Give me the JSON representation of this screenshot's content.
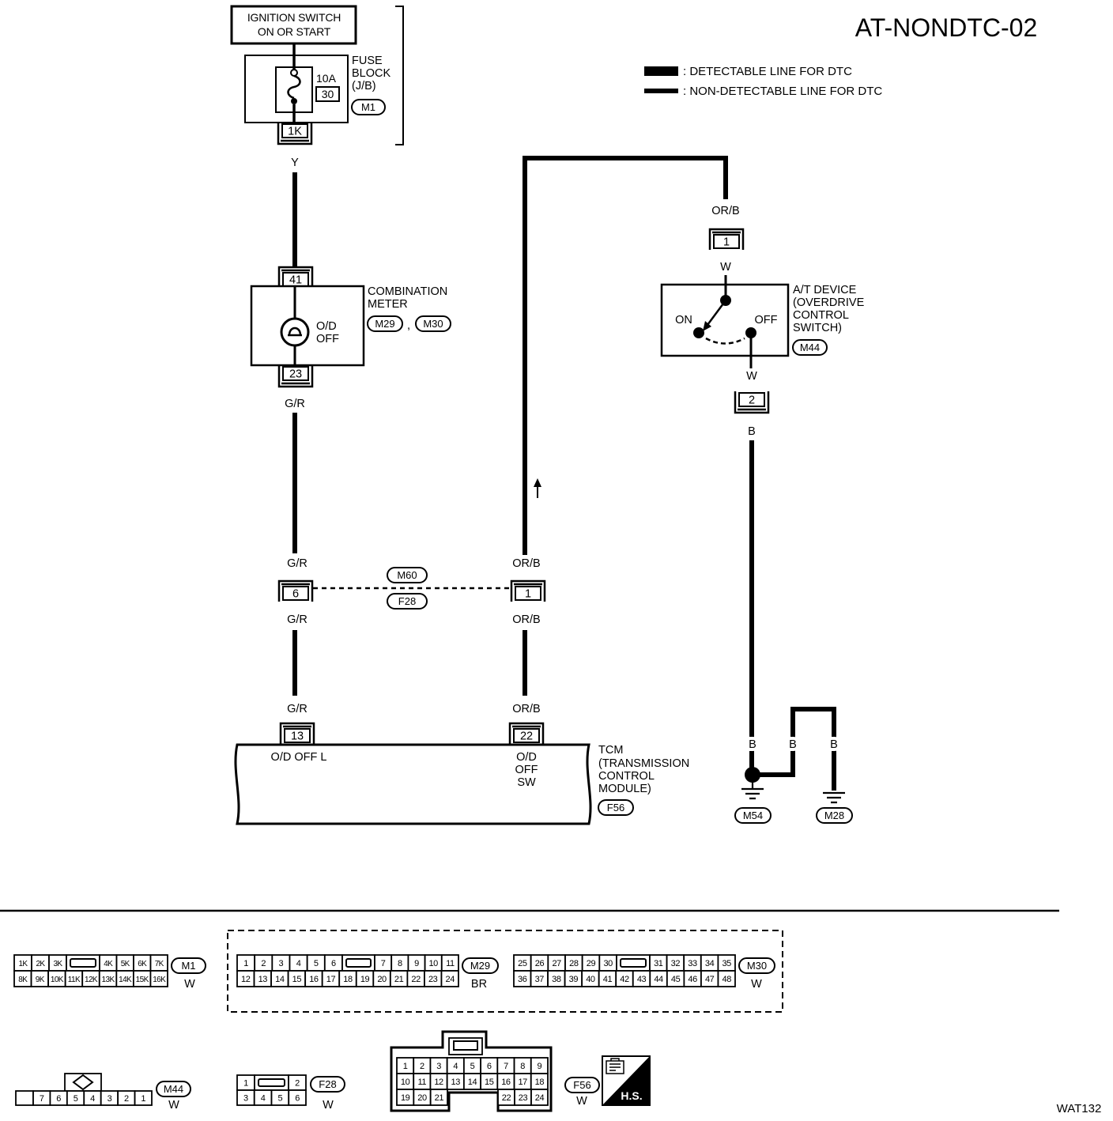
{
  "title": "AT-NONDTC-02",
  "figure_code": "WAT132",
  "colors": {
    "ink": "#000000",
    "paper": "#ffffff"
  },
  "legend": {
    "detectable": ": DETECTABLE LINE FOR DTC",
    "non_detectable": ": NON-DETECTABLE LINE FOR DTC"
  },
  "ignition_switch": {
    "line1": "IGNITION SWITCH",
    "line2": "ON OR START"
  },
  "fuse_block": {
    "label": [
      "FUSE",
      "BLOCK",
      "(J/B)"
    ],
    "rating": "10A",
    "fuse_number": "30",
    "connector": "M1",
    "output_terminal": "1K"
  },
  "combination_meter": {
    "label": [
      "COMBINATION",
      "METER"
    ],
    "connectors": [
      "M29",
      "M30"
    ],
    "separator": ",",
    "lamp": [
      "O/D",
      "OFF"
    ],
    "input_terminal": "41",
    "output_terminal": "23"
  },
  "joint_connector": {
    "connectors": [
      "M60",
      "F28"
    ],
    "terminal_gr": "6",
    "terminal_orb": "1"
  },
  "at_device": {
    "label": [
      "A/T DEVICE",
      "(OVERDRIVE",
      "CONTROL",
      "SWITCH)"
    ],
    "connector": "M44",
    "on_label": "ON",
    "off_label": "OFF",
    "input_terminal": "1",
    "output_terminal": "2"
  },
  "tcm": {
    "label": [
      "TCM",
      "(TRANSMISSION",
      "CONTROL",
      "MODULE)"
    ],
    "connector": "F56",
    "terminal_13": "13",
    "terminal_22": "22",
    "terminal_13_name": "O/D OFF L",
    "terminal_22_name": [
      "O/D",
      "OFF",
      "SW"
    ]
  },
  "wires": {
    "y": "Y",
    "gr_meter": "G/R",
    "gr_joint_in": "G/R",
    "gr_joint_out": "G/R",
    "gr_tcm": "G/R",
    "orb_joint_in": "OR/B",
    "orb_joint_out": "OR/B",
    "orb_tcm": "OR/B",
    "orb_switch": "OR/B",
    "w_switch_in": "W",
    "w_switch_out": "W",
    "b_switch": "B",
    "b_m54": "B",
    "b_splice": "B",
    "b_m28": "B"
  },
  "grounds": {
    "m54": "M54",
    "m28": "M28"
  },
  "connector_faces": {
    "M1": {
      "id": "M1",
      "color": "W",
      "top": [
        "1K",
        "2K",
        "3K",
        "4K",
        "5K",
        "6K",
        "7K"
      ],
      "bottom": [
        "8K",
        "9K",
        "10K",
        "11K",
        "12K",
        "13K",
        "14K",
        "15K",
        "16K"
      ]
    },
    "M29": {
      "id": "M29",
      "color": "BR",
      "top": [
        "1",
        "2",
        "3",
        "4",
        "5",
        "6",
        "7",
        "8",
        "9",
        "10",
        "11"
      ],
      "bottom": [
        "12",
        "13",
        "14",
        "15",
        "16",
        "17",
        "18",
        "19",
        "20",
        "21",
        "22",
        "23",
        "24"
      ]
    },
    "M30": {
      "id": "M30",
      "color": "W",
      "top": [
        "25",
        "26",
        "27",
        "28",
        "29",
        "30",
        "31",
        "32",
        "33",
        "34",
        "35"
      ],
      "bottom": [
        "36",
        "37",
        "38",
        "39",
        "40",
        "41",
        "42",
        "43",
        "44",
        "45",
        "46",
        "47",
        "48"
      ]
    },
    "M44": {
      "id": "M44",
      "color": "W",
      "pins": [
        "7",
        "6",
        "5",
        "4",
        "3",
        "2",
        "1"
      ]
    },
    "F28": {
      "id": "F28",
      "color": "W",
      "top": [
        "1",
        "2"
      ],
      "bottom": [
        "3",
        "4",
        "5",
        "6"
      ]
    },
    "F56": {
      "id": "F56",
      "color": "W",
      "rows": [
        [
          "1",
          "2",
          "3",
          "4",
          "5",
          "6",
          "7",
          "8",
          "9"
        ],
        [
          "10",
          "11",
          "12",
          "13",
          "14",
          "15",
          "16",
          "17",
          "18"
        ],
        [
          "19",
          "20",
          "21",
          "22",
          "23",
          "24"
        ]
      ]
    }
  },
  "hs_icon": {
    "label": "H.S."
  }
}
